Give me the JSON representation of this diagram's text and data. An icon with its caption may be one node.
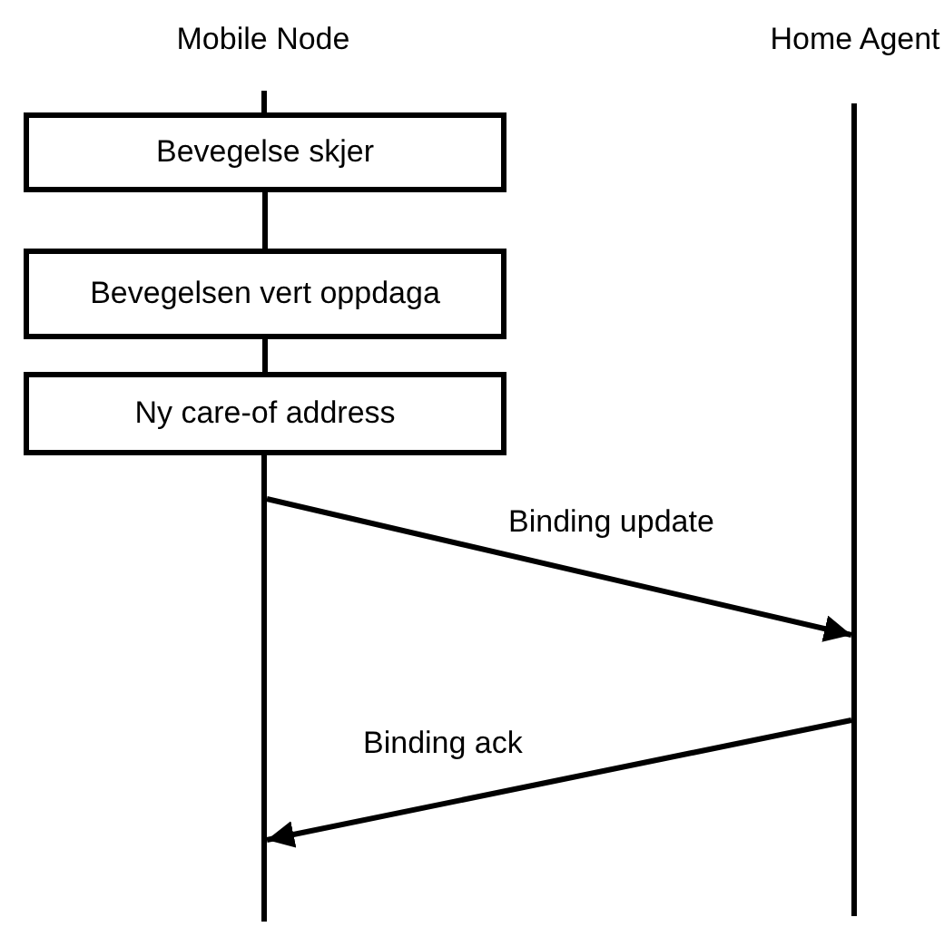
{
  "diagram": {
    "nodes": [
      {
        "text": [
          "Mobile Node"
        ]
      },
      {
        "text": [
          "Home Agent"
        ]
      },
      {
        "text": [
          "Bevegelse skjer"
        ]
      },
      {
        "text": [
          "Bevegelsen vert oppdaga"
        ]
      },
      {
        "text": [
          "Ny care-of address"
        ]
      },
      {
        "text": [],
        "shape": "bar"
      },
      {
        "text": [],
        "shape": "bar"
      }
    ],
    "edges": [
      {
        "from": 2,
        "to": 3,
        "arrow": "none"
      },
      {
        "from": 3,
        "to": 4,
        "arrow": "none"
      },
      {
        "from": 5,
        "to": 6,
        "arrow": "to",
        "label": "Binding update"
      },
      {
        "from": 6,
        "to": 5,
        "arrow": "to",
        "label": "Binding ack"
      }
    ]
  }
}
